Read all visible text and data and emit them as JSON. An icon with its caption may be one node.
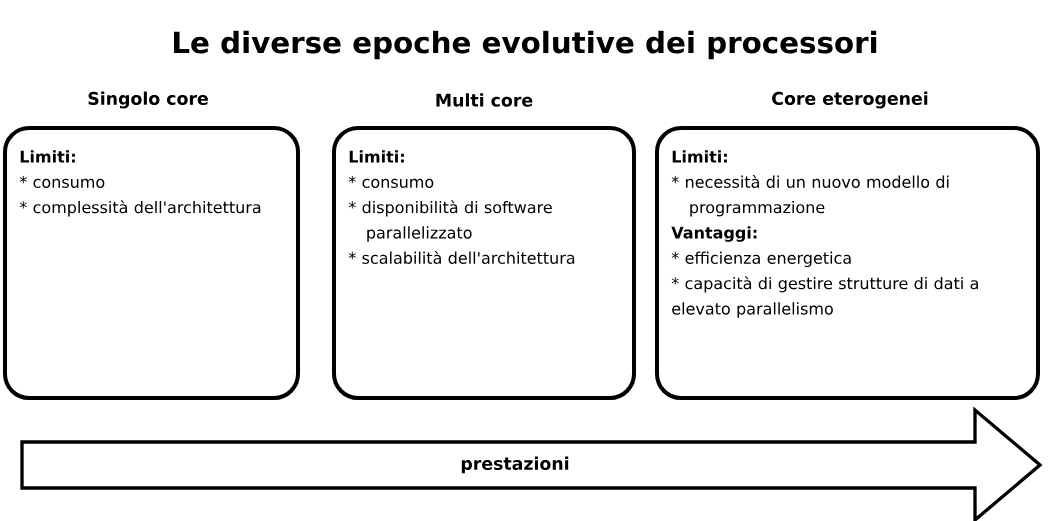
{
  "diagram": {
    "title": "Le diverse epoche evolutive dei processori",
    "nodes": [
      {
        "text": [
          "Singolo core",
          "Limiti:",
          "* consumo",
          "* complessità dell'architettura"
        ]
      },
      {
        "text": [
          "Multi core",
          "Limiti:",
          "* consumo",
          "* disponibilità di software parallelizzato",
          "* scalabilità dell'architettura"
        ]
      },
      {
        "text": [
          "Core eterogenei",
          "Limiti:",
          "* necessità di un nuovo modello di programmazione",
          "Vantaggi:",
          "* efficienza energetica",
          "* capacità di gestire strutture di dati a elevato parallelismo"
        ]
      },
      {
        "text": [
          "prestazioni"
        ]
      }
    ]
  }
}
